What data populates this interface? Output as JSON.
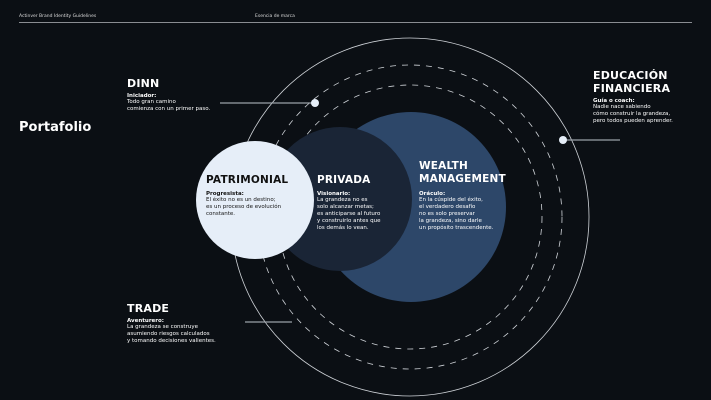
{
  "header": {
    "left": "Actinver Brand Identity Guidelines",
    "right": "Esencia de marca"
  },
  "page_title": "Portafolio",
  "outer": [
    {
      "title": "DINN",
      "role": "Iniciador:",
      "desc": "Todo gran camino\ncomienza con un primer paso."
    },
    {
      "title": "EDUCACIÓN\nFINANCIERA",
      "role": "Guía o coach:",
      "desc": "Nadie nace sabiendo\ncómo construir la grandeza,\npero todos pueden aprender."
    },
    {
      "title": "TRADE",
      "role": "Aventurero:",
      "desc": "La grandeza se construye\nasumiendo riesgos calculados\ny tomando decisiones valientes."
    }
  ],
  "circles": [
    {
      "title": "PATRIMONIAL",
      "role": "Progresista:",
      "desc": "El éxito no es un destino;\nes un proceso de evolución\nconstante.",
      "color": "#e6eef8"
    },
    {
      "title": "PRIVADA",
      "role": "Visionario:",
      "desc": "La grandeza no es\nsolo alcanzar metas;\nes anticiparse al futuro\ny construirlo antes que\nlos demás lo vean.",
      "color": "#1a2536"
    },
    {
      "title": "WEALTH\nMANAGEMENT",
      "role": "Oráculo:",
      "desc": "En la cúspide del éxito,\nel verdadero desafío\nno es solo preservar\nla grandeza, sino darle\nun propósito trascendente.",
      "color": "#2d4769"
    }
  ]
}
